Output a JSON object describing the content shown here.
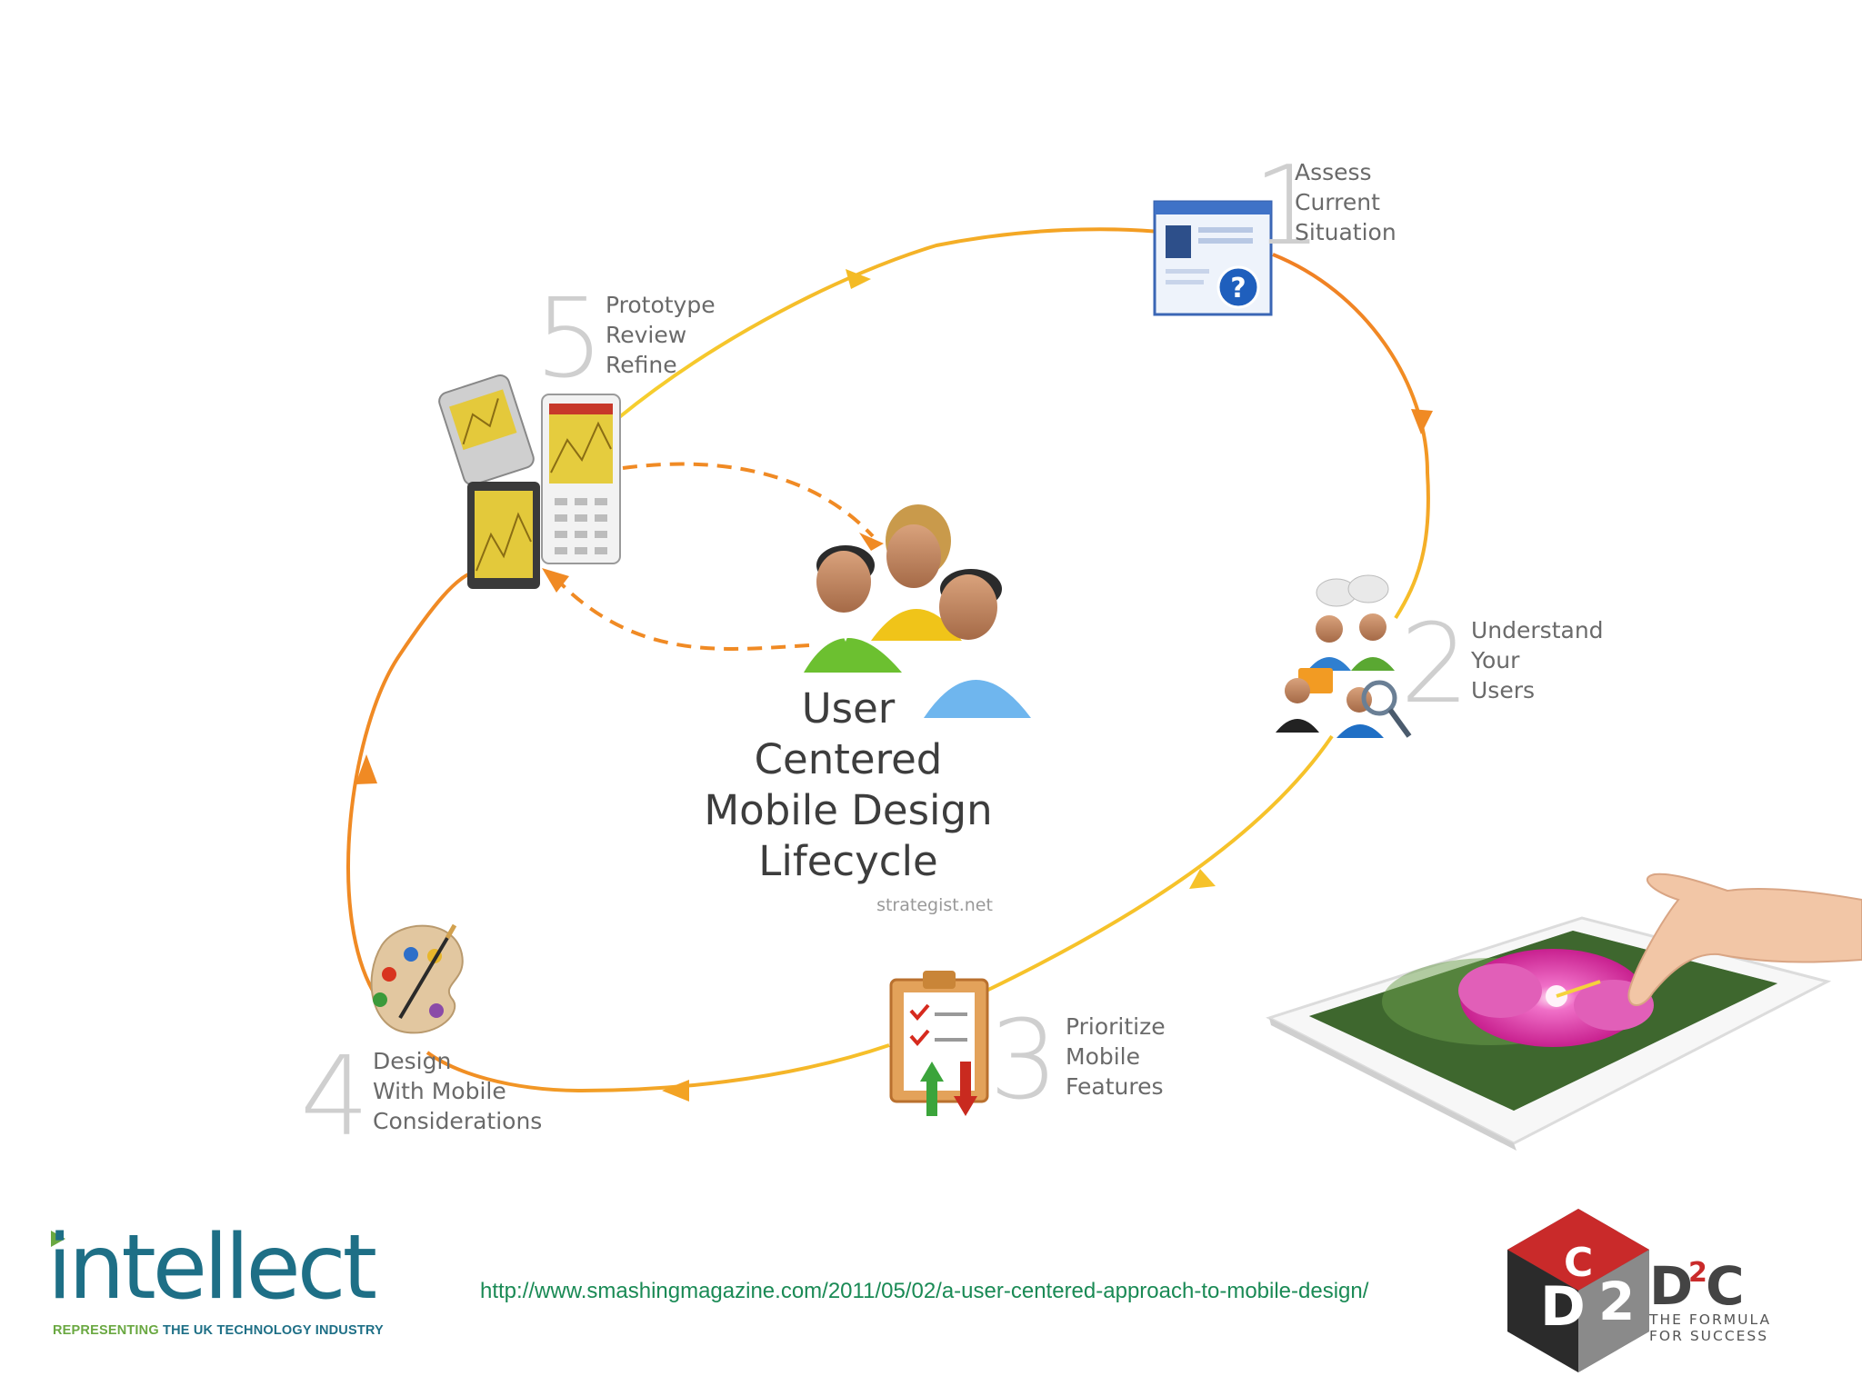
{
  "diagram": {
    "title": "User Centered Mobile Design Lifecycle",
    "title_lines": [
      "User",
      "Centered",
      "Mobile Design",
      "Lifecycle"
    ],
    "credit": "strategist.net",
    "steps": [
      {
        "number": "1",
        "lines": [
          "Assess",
          "Current",
          "Situation"
        ],
        "icon": "browser-question-icon"
      },
      {
        "number": "2",
        "lines": [
          "Understand",
          "Your",
          "Users"
        ],
        "icon": "users-magnifier-icon"
      },
      {
        "number": "3",
        "lines": [
          "Prioritize",
          "Mobile",
          "Features"
        ],
        "icon": "clipboard-checklist-icon"
      },
      {
        "number": "4",
        "lines": [
          "Design",
          "With Mobile",
          "Considerations"
        ],
        "icon": "paint-palette-icon"
      },
      {
        "number": "5",
        "lines": [
          "Prototype",
          "Review",
          "Refine"
        ],
        "icon": "phone-prototypes-icon"
      }
    ],
    "center_icon": "user-group-icon",
    "colors": {
      "orange": "#f08a24",
      "yellow": "#f6c22a"
    }
  },
  "footer": {
    "source_url": "http://www.smashingmagazine.com/2011/05/02/a-user-centered-approach-to-mobile-design/",
    "left_logo": {
      "name": "intellect",
      "tagline_green": "REPRESENTING",
      "tagline_blue": "THE UK TECHNOLOGY INDUSTRY"
    },
    "right_logo": {
      "name": "D2C",
      "mark_letters": [
        "D",
        "2",
        "C"
      ],
      "tagline_lines": [
        "THE FORMULA",
        "FOR SUCCESS"
      ]
    }
  },
  "photo": {
    "subject": "tablet-flower-photo"
  }
}
